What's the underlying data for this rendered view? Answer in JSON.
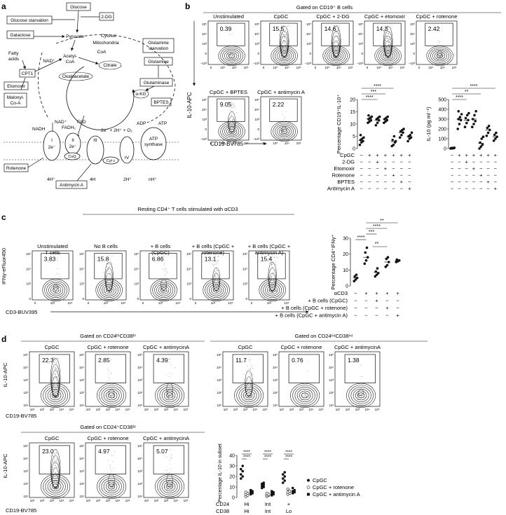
{
  "panel_letters": {
    "a": "a",
    "b": "b",
    "c": "c",
    "d": "d"
  },
  "panel_a": {
    "labels": {
      "glucose": "Glucose",
      "glucose_starvation": "Glucose starvation",
      "two_dg": "2-DG",
      "galactose": "Galactose",
      "pyruvate": "Pyruvate",
      "cytosol": "Cytosol",
      "mitochondria": "Mitochondria",
      "glutamine_starvation": "Glutamine\nstarvation",
      "glutamine": "Glutamine",
      "fatty_acids": "Fatty\nacids",
      "cpt1": "CPT1",
      "nad": "NAD⁺",
      "acetyl_coa": "Acetyl-\nCoA",
      "coa": "CoA",
      "citrate": "Citrate",
      "oxaloacetate": "Oxaloacetate",
      "glutaminase": "Glutaminase",
      "akg": "α-KG",
      "bptes": "BPTES",
      "etomoxir": "Etomoxir",
      "malonyl_coa": "Malonyl-\nCo-A",
      "nadh": "NADH",
      "fadh2": "FADH₂",
      "fad": "FAD",
      "adp": "ADP",
      "atp": "ATP",
      "reaction": "2e⁻ + 2H⁺ + O₂",
      "complex_i": "I",
      "complex_ii": "II",
      "complex_iii": "III",
      "complex_iv": "IV",
      "e2": "2e⁻",
      "coq": "CoQ",
      "cyt_c": "Cyt c",
      "atp_synthase": "ATP\nsynthase",
      "rotenone": "Rotenone",
      "antimycin_a": "Antimycin A",
      "h4": "4H⁺",
      "h4b": "4H",
      "h2": "2H⁺",
      "nh": "nH⁺"
    }
  },
  "panel_b": {
    "gate_title": "Gated on CD19⁺ B cells",
    "ylabel": "IL-10-APC",
    "xlabel": "CD19-BV785",
    "plots": [
      {
        "title": "Unstimulated",
        "value": "0.39"
      },
      {
        "title": "CpGC",
        "value": "15.5"
      },
      {
        "title": "CpGC + 2-DG",
        "value": "14.6"
      },
      {
        "title": "CpGC + etomoxir",
        "value": "14.3"
      },
      {
        "title": "CpGC + rotenone",
        "value": "2.42"
      },
      {
        "title": "CpGC + BPTES",
        "value": "9.05"
      },
      {
        "title": "CpGC + antimycin A",
        "value": "2.22"
      }
    ],
    "row_labels": [
      "CpGC",
      "2-DG",
      "Etomoxir",
      "Rotenone",
      "BPTES",
      "Antimycin A"
    ],
    "signs": [
      [
        "−",
        "+",
        "+",
        "+",
        "+",
        "+",
        "+"
      ],
      [
        "−",
        "−",
        "+",
        "−",
        "−",
        "−",
        "−"
      ],
      [
        "−",
        "−",
        "−",
        "+",
        "−",
        "−",
        "−"
      ],
      [
        "−",
        "−",
        "−",
        "−",
        "+",
        "−",
        "−"
      ],
      [
        "−",
        "−",
        "−",
        "−",
        "−",
        "+",
        "−"
      ],
      [
        "−",
        "−",
        "−",
        "−",
        "−",
        "−",
        "+"
      ]
    ],
    "sig": [
      "****",
      "***",
      "****",
      "****",
      "**",
      "****"
    ]
  },
  "panel_c": {
    "header": "Resting CD4⁺ T cells stimulated with αCD3",
    "ylabel": "IFNγ-eFluor450",
    "xlabel": "CD3-BUV395",
    "plots": [
      {
        "title": "Unstimulated\nT cells",
        "value": "3.83"
      },
      {
        "title": "No B cells",
        "value": "15.8"
      },
      {
        "title": "+ B cells\n(CpGC)",
        "value": "6.86"
      },
      {
        "title": "+ B cells (CpGC +\nrotenone)",
        "value": "13.1"
      },
      {
        "title": "+ B cells (CpGC +\nantimycin A)",
        "value": "15.4"
      }
    ],
    "row_labels": [
      "αCD3",
      "+ B cells (CpGC)",
      "+ B cells (CpGC + rotenone)",
      "+ B cells (CpGC + antimycin A)"
    ],
    "signs": [
      [
        "−",
        "+",
        "+",
        "+",
        "+"
      ],
      [
        "−",
        "−",
        "+",
        "−",
        "−"
      ],
      [
        "−",
        "−",
        "−",
        "+",
        "−"
      ],
      [
        "−",
        "−",
        "−",
        "−",
        "+"
      ]
    ],
    "sig": [
      "**",
      "****",
      "***",
      "****",
      "**"
    ]
  },
  "panel_d": {
    "gate1": "Gated on CD24ʰⁱCD38ʰⁱ",
    "gate2": "Gated on CD24ⁱⁿᵗCD38ⁱⁿᵗ",
    "gate3": "Gated on CD24⁺CD38ˡᵒ",
    "ylabel": "IL-10-APC",
    "xlabel": "CD19-BV785",
    "plots_hi": [
      {
        "title": "CpGC",
        "value": "22.3"
      },
      {
        "title": "CpGC + rotenone",
        "value": "2.85"
      },
      {
        "title": "CpGC + antimycinA",
        "value": "4.39"
      }
    ],
    "plots_int": [
      {
        "title": "CpGC",
        "value": "11.7"
      },
      {
        "title": "CpGC + rotenone",
        "value": "0.76"
      },
      {
        "title": "CpGC + antimycinA",
        "value": "1.38"
      }
    ],
    "plots_lo": [
      {
        "title": "CpGC",
        "value": "23.0"
      },
      {
        "title": "CpGC + rotenone",
        "value": "4.97"
      },
      {
        "title": "CpGC + antimycinA",
        "value": "5.07"
      }
    ],
    "cd_rows": {
      "cd24": "CD24",
      "cd38": "CD38"
    },
    "groups": [
      {
        "cd24": "Hi",
        "cd38": "Hi"
      },
      {
        "cd24": "Int",
        "cd38": "Int"
      },
      {
        "cd24": "+",
        "cd38": "Lo"
      }
    ],
    "legend": [
      "CpGC",
      "CpGC + rotenone",
      "CpGC + antimycin A"
    ],
    "sig": "****"
  },
  "chart_data": [
    {
      "type": "scatter",
      "title": "",
      "ylabel": "Percentage CD19⁺IL-10⁺",
      "ylim": [
        0,
        20
      ],
      "yticks": [
        0,
        5,
        10,
        15,
        20
      ],
      "groups": [
        {
          "values": [
            1.5,
            2.5,
            3,
            3.5,
            4,
            4.5,
            5.5
          ],
          "mean": 3.3
        },
        {
          "values": [
            10.5,
            11,
            11.5,
            12,
            12.5,
            13,
            13.5
          ],
          "mean": 12.2
        },
        {
          "values": [
            9.5,
            10.5,
            11.5,
            12,
            12.5,
            13
          ],
          "mean": 11.5
        },
        {
          "values": [
            10.5,
            11,
            11.5,
            12,
            12.5,
            13
          ],
          "mean": 12
        },
        {
          "values": [
            1,
            1.5,
            2.5,
            3.5,
            5,
            3
          ],
          "mean": 2.8
        },
        {
          "values": [
            4.5,
            5.5,
            6.5,
            7,
            7.5,
            8
          ],
          "mean": 6.5
        },
        {
          "values": [
            3,
            4,
            4.5,
            5,
            5.5,
            6.5
          ],
          "mean": 4.8
        }
      ]
    },
    {
      "type": "scatter",
      "title": "",
      "ylabel": "IL-10 (pg ml⁻¹)",
      "ylim": [
        0,
        500
      ],
      "yticks": [
        0,
        100,
        200,
        300,
        400,
        500
      ],
      "groups": [
        {
          "values": [
            0,
            2,
            4,
            5,
            6,
            8
          ],
          "mean": 4
        },
        {
          "values": [
            200,
            250,
            290,
            300,
            320,
            350,
            380
          ],
          "mean": 300
        },
        {
          "values": [
            220,
            260,
            290,
            310,
            340,
            360
          ],
          "mean": 290
        },
        {
          "values": [
            220,
            250,
            280,
            300,
            340,
            380
          ],
          "mean": 300
        },
        {
          "values": [
            0,
            20,
            40,
            60,
            100,
            120
          ],
          "mean": 55
        },
        {
          "values": [
            130,
            160,
            190,
            210,
            230
          ],
          "mean": 190
        },
        {
          "values": [
            80,
            100,
            120,
            140,
            160
          ],
          "mean": 120
        }
      ]
    },
    {
      "type": "scatter",
      "title": "",
      "ylabel": "Percentage CD4⁺IFNγ⁺",
      "ylim": [
        0,
        30
      ],
      "yticks": [
        0,
        10,
        20,
        30
      ],
      "groups": [
        {
          "values": [
            3,
            4,
            5,
            6,
            7
          ],
          "mean": 5
        },
        {
          "values": [
            14,
            16,
            18,
            21,
            24
          ],
          "mean": 18
        },
        {
          "values": [
            6,
            7,
            8,
            9,
            11
          ],
          "mean": 8.5
        },
        {
          "values": [
            12,
            13,
            15,
            17,
            18
          ],
          "mean": 15
        },
        {
          "values": [
            15,
            15.5,
            16,
            16.5
          ],
          "mean": 15.8
        }
      ]
    },
    {
      "type": "scatter",
      "title": "",
      "ylabel": "Percentage IL-10 in subset",
      "ylim": [
        0,
        40
      ],
      "yticks": [
        0,
        10,
        20,
        30,
        40
      ],
      "series": [
        {
          "name": "CpGC",
          "groups": [
            [
              18,
              20,
              22,
              25,
              27,
              30
            ],
            [
              9,
              10,
              11,
              12,
              13,
              14
            ],
            [
              14,
              16,
              18,
              20,
              22,
              24
            ]
          ]
        },
        {
          "name": "CpGC + rotenone",
          "groups": [
            [
              1,
              2,
              3,
              4,
              5
            ],
            [
              1,
              2,
              2.5,
              3,
              4
            ],
            [
              3,
              4,
              5,
              6,
              8
            ]
          ]
        },
        {
          "name": "CpGC + antimycin A",
          "groups": [
            [
              3,
              4,
              5,
              6,
              7
            ],
            [
              2,
              3,
              4,
              5,
              6
            ],
            [
              4,
              5,
              6,
              7,
              9
            ]
          ]
        }
      ]
    }
  ]
}
